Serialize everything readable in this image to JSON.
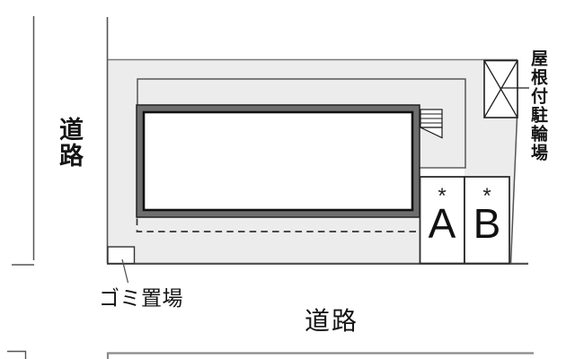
{
  "plan": {
    "road_label_left": "道路",
    "road_label_bottom": "道路",
    "garbage_label": "ゴミ置場",
    "bike_shed_label": "屋根付駐輪場",
    "parking_spaces": [
      {
        "mark": "*",
        "label": "A"
      },
      {
        "mark": "*",
        "label": "B"
      }
    ],
    "colors": {
      "site_fill": "#ececec",
      "building_band": "#6e6e6e",
      "building_line": "#111111",
      "boundary_line": "#555555",
      "dashed_line": "#333333"
    }
  }
}
